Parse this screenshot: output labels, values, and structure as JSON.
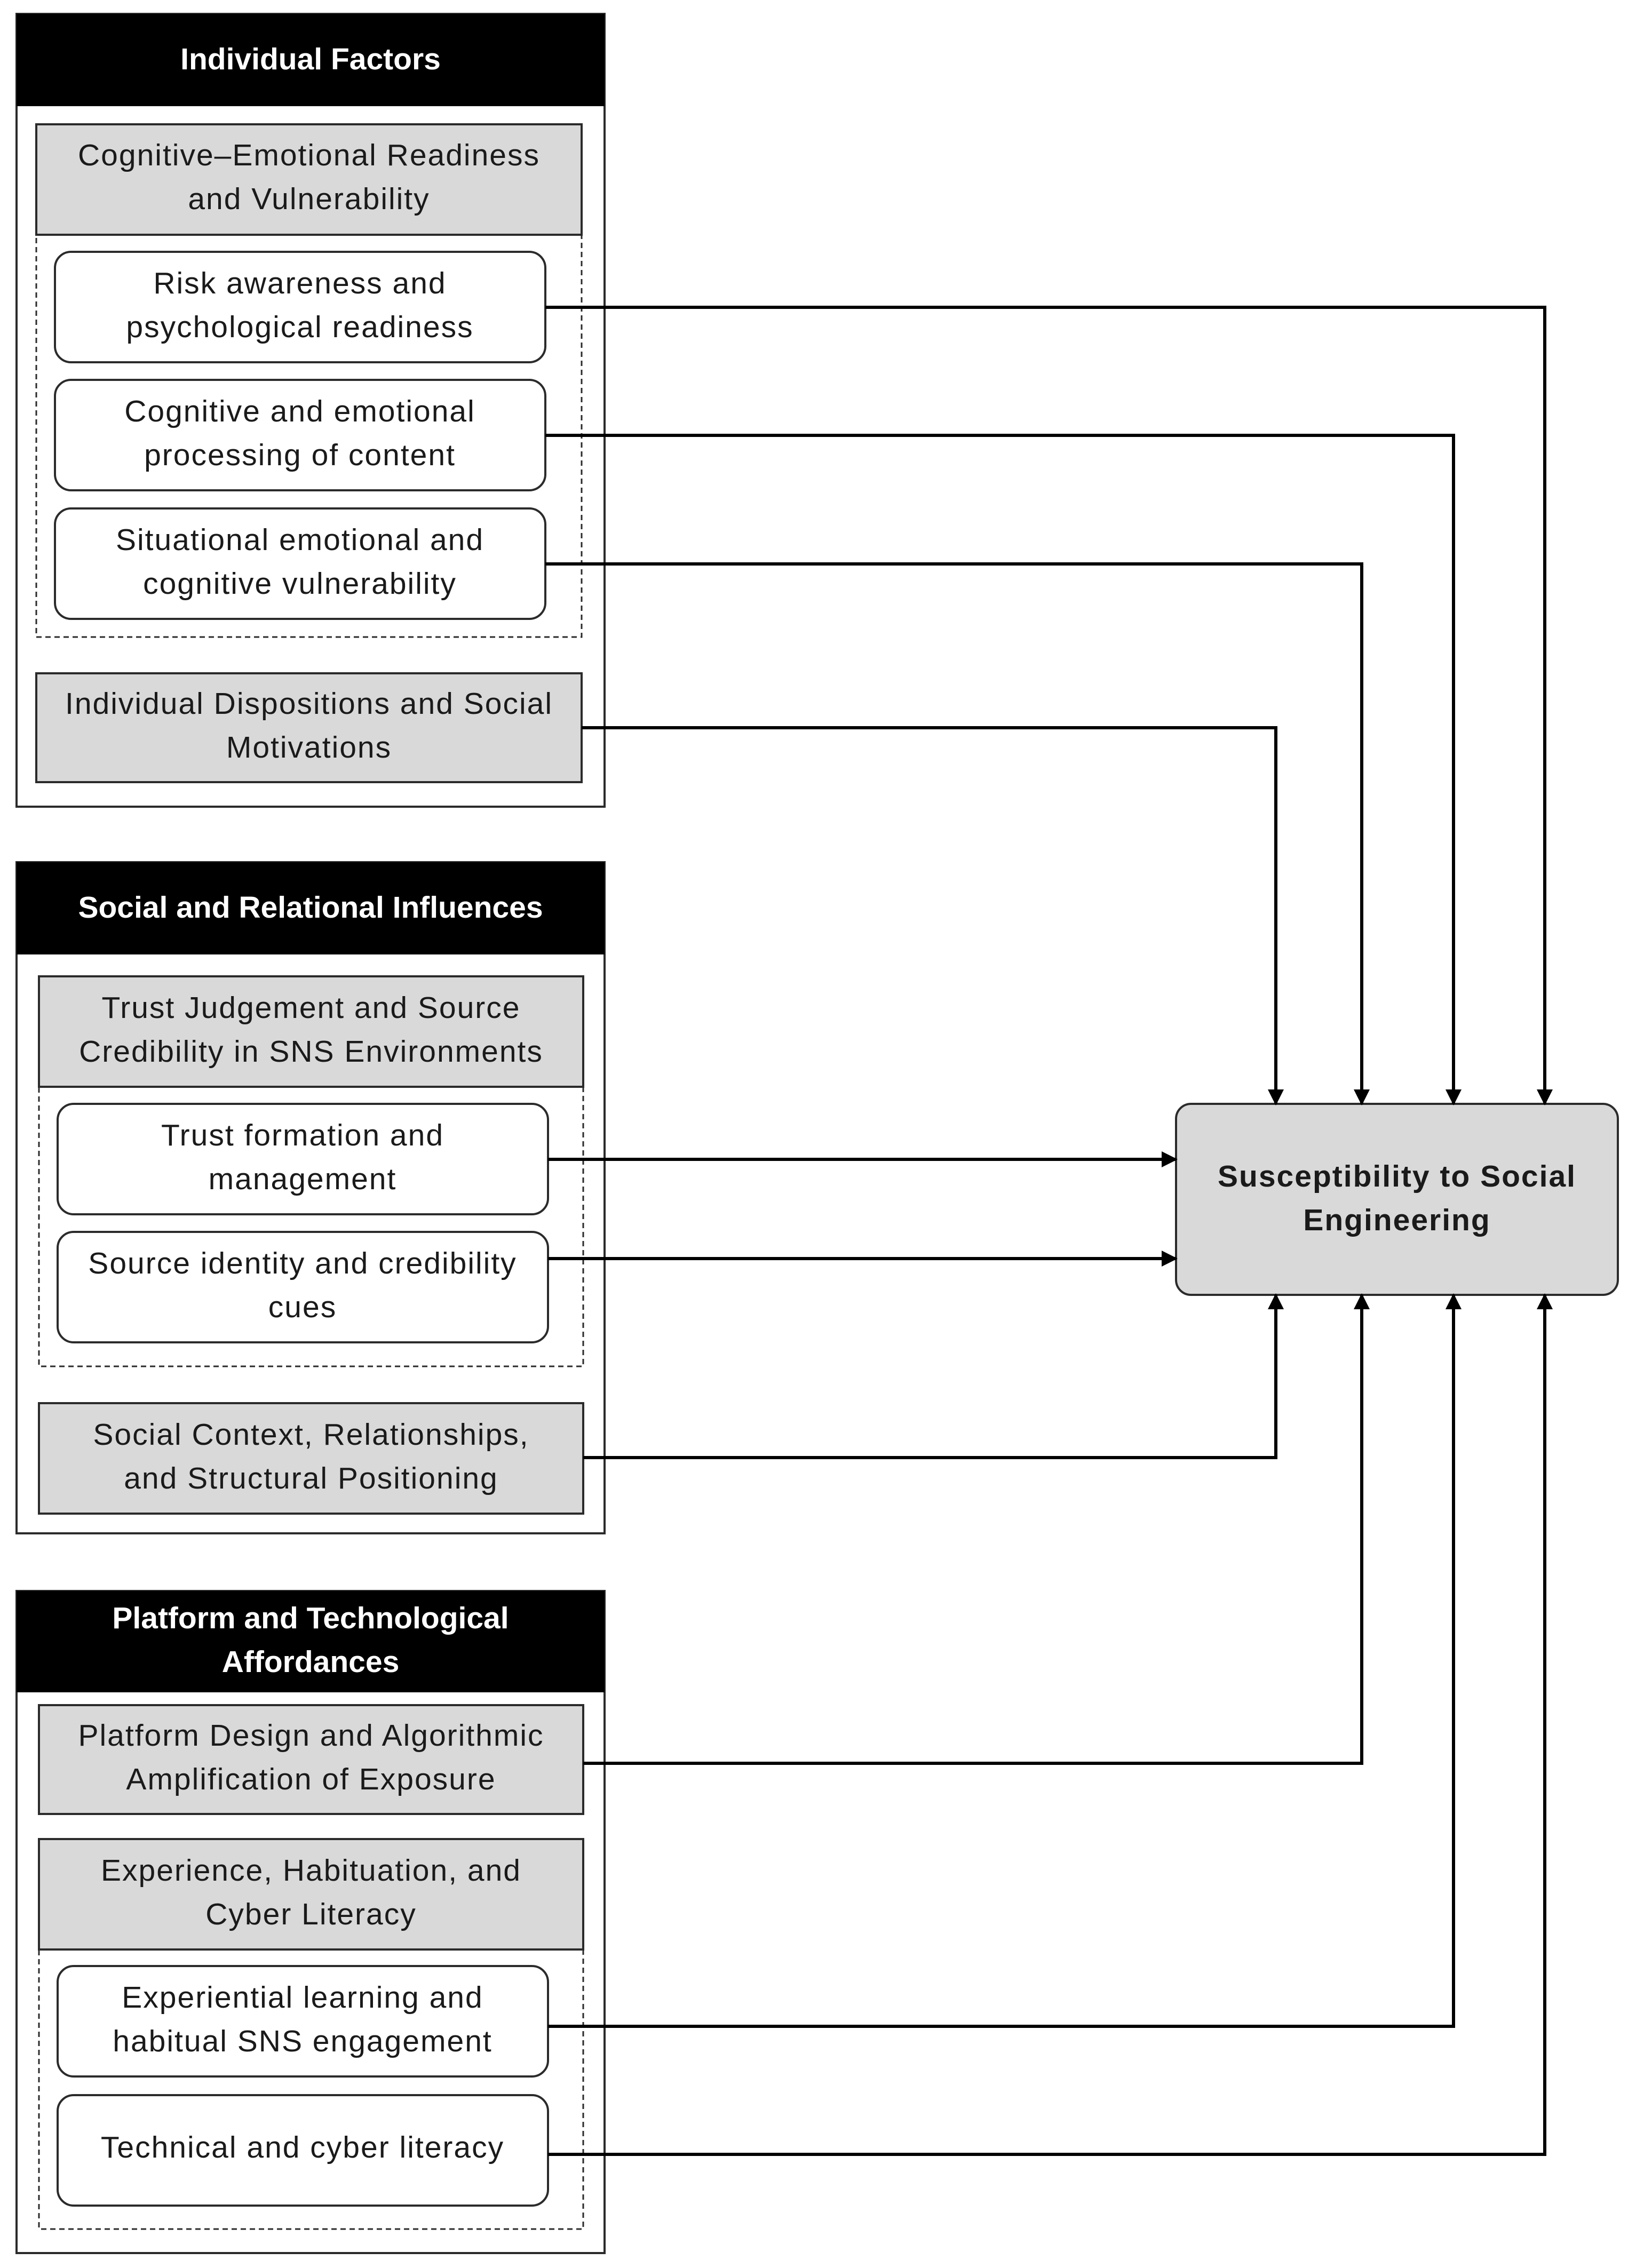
{
  "colors": {
    "header_fill": "#000000",
    "header_text": "#ffffff",
    "category_fill": "#d9d9d9",
    "factor_fill": "#ffffff",
    "target_fill": "#d9d9d9",
    "stroke": "#2b2b2b"
  },
  "groups": {
    "individual": {
      "title": [
        "Individual Factors"
      ],
      "cognitive_emotional": [
        "Cognitive–Emotional Readiness",
        "and Vulnerability"
      ],
      "risk_awareness": [
        "Risk awareness and",
        "psychological readiness"
      ],
      "cognitive_processing": [
        "Cognitive and emotional",
        "processing of content"
      ],
      "situational": [
        "Situational emotional and",
        "cognitive vulnerability"
      ],
      "dispositions": [
        "Individual Dispositions and Social",
        "Motivations"
      ]
    },
    "social": {
      "title": [
        "Social and Relational Influences"
      ],
      "trust_judgement": [
        "Trust Judgement and Source",
        "Credibility in SNS Environments"
      ],
      "trust_formation": [
        "Trust formation and",
        "management"
      ],
      "source_identity": [
        "Source identity and credibility",
        "cues"
      ],
      "social_context": [
        "Social Context, Relationships,",
        "and Structural Positioning"
      ]
    },
    "platform": {
      "title": [
        "Platform and Technological",
        "Affordances"
      ],
      "platform_design": [
        "Platform Design and Algorithmic",
        "Amplification of Exposure"
      ],
      "experience": [
        "Experience, Habituation, and",
        "Cyber Literacy"
      ],
      "experiential_learning": [
        "Experiential learning and",
        "habitual SNS engagement"
      ],
      "technical_literacy": [
        "Technical and cyber literacy"
      ]
    }
  },
  "target": {
    "label": [
      "Susceptibility to Social",
      "Engineering"
    ]
  }
}
